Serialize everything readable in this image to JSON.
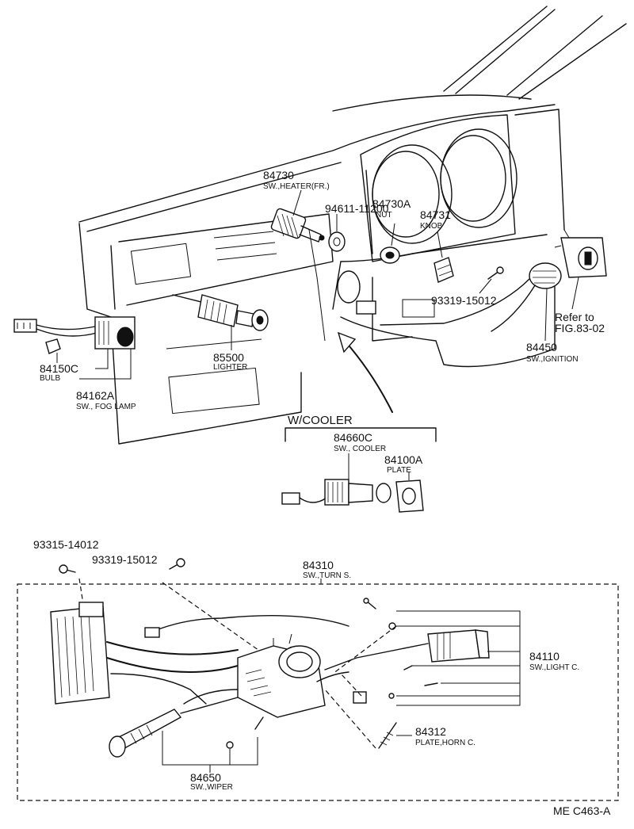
{
  "parts": {
    "p84730": {
      "number": "84730",
      "name": "SW.,HEATER(FR.)"
    },
    "p94611": {
      "number": "94611-11200"
    },
    "p84730A": {
      "number": "84730A",
      "name": "NUT"
    },
    "p84731": {
      "number": "84731",
      "name": "KNOB"
    },
    "p93319a": {
      "number": "93319-15012"
    },
    "refer": {
      "line1": "Refer to",
      "line2": "FIG.83-02"
    },
    "p84450": {
      "number": "84450",
      "name": "SW.,IGNITION"
    },
    "p84150C": {
      "number": "84150C",
      "name": "BULB"
    },
    "p84162A": {
      "number": "84162A",
      "name": "SW., FOG LAMP"
    },
    "p85500": {
      "number": "85500",
      "name": "LIGHTER"
    },
    "cooler": {
      "heading": "W/COOLER"
    },
    "p84660C": {
      "number": "84660C",
      "name": "SW., COOLER"
    },
    "p84100A": {
      "number": "84100A",
      "name": "PLATE"
    },
    "p93315": {
      "number": "93315-14012"
    },
    "p93319b": {
      "number": "93319-15012"
    },
    "p84310": {
      "number": "84310",
      "name": "SW.,TURN S."
    },
    "p84110": {
      "number": "84110",
      "name": "SW.,LIGHT C."
    },
    "p84312": {
      "number": "84312",
      "name": "PLATE,HORN C."
    },
    "p84650": {
      "number": "84650",
      "name": "SW.,WIPER"
    }
  },
  "figure_code": "ME  C463-A"
}
